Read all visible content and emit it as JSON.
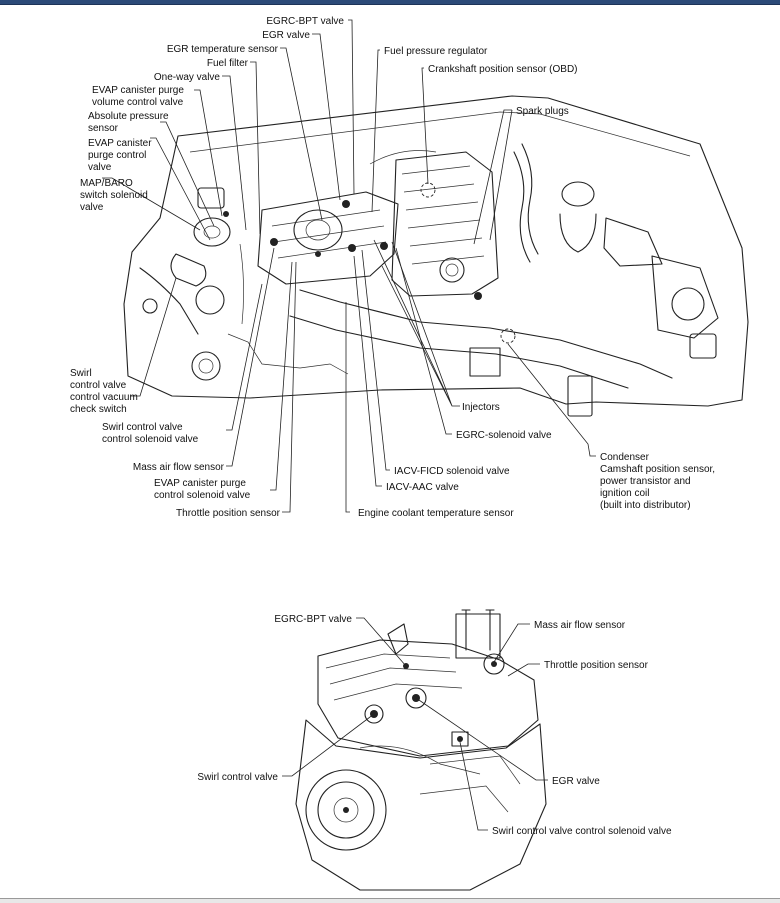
{
  "top_diagram": {
    "labels": {
      "egrc_bpt": "EGRC-BPT valve",
      "egr_valve": "EGR valve",
      "egr_temp": "EGR temperature sensor",
      "fuel_filter": "Fuel filter",
      "one_way": "One-way valve",
      "evap_vol_1": "EVAP canister purge",
      "evap_vol_2": "volume control valve",
      "abs_press_1": "Absolute pressure",
      "abs_press_2": "sensor",
      "evap_ctrl_1": "EVAP canister",
      "evap_ctrl_2": "purge control",
      "evap_ctrl_3": "valve",
      "map_baro_1": "MAP/BARO",
      "map_baro_2": "switch solenoid",
      "map_baro_3": "valve",
      "fuel_press": "Fuel pressure regulator",
      "crank_obd": "Crankshaft position sensor (OBD)",
      "spark_plugs": "Spark plugs",
      "swirl_chk_1": "Swirl",
      "swirl_chk_2": "control valve",
      "swirl_chk_3": "control vacuum",
      "swirl_chk_4": "check switch",
      "swirl_sol_1": "Swirl control valve",
      "swirl_sol_2": "control solenoid valve",
      "maf": "Mass air flow sensor",
      "evap_sol_1": "EVAP canister purge",
      "evap_sol_2": "control solenoid valve",
      "tps": "Throttle position sensor",
      "ect": "Engine coolant temperature sensor",
      "iacv_aac": "IACV-AAC valve",
      "iacv_ficd": "IACV-FICD solenoid valve",
      "egrc_sol": "EGRC-solenoid valve",
      "injectors": "Injectors",
      "condenser_1": "Condenser",
      "condenser_2": "Camshaft position sensor,",
      "condenser_3": "power transistor and",
      "condenser_4": "ignition coil",
      "condenser_5": "(built into distributor)"
    }
  },
  "bottom_diagram": {
    "labels": {
      "egrc_bpt": "EGRC-BPT valve",
      "maf": "Mass air flow sensor",
      "tps": "Throttle position sensor",
      "swirl_valve": "Swirl control valve",
      "egr_valve": "EGR valve",
      "swirl_sol": "Swirl control valve control solenoid valve"
    }
  }
}
